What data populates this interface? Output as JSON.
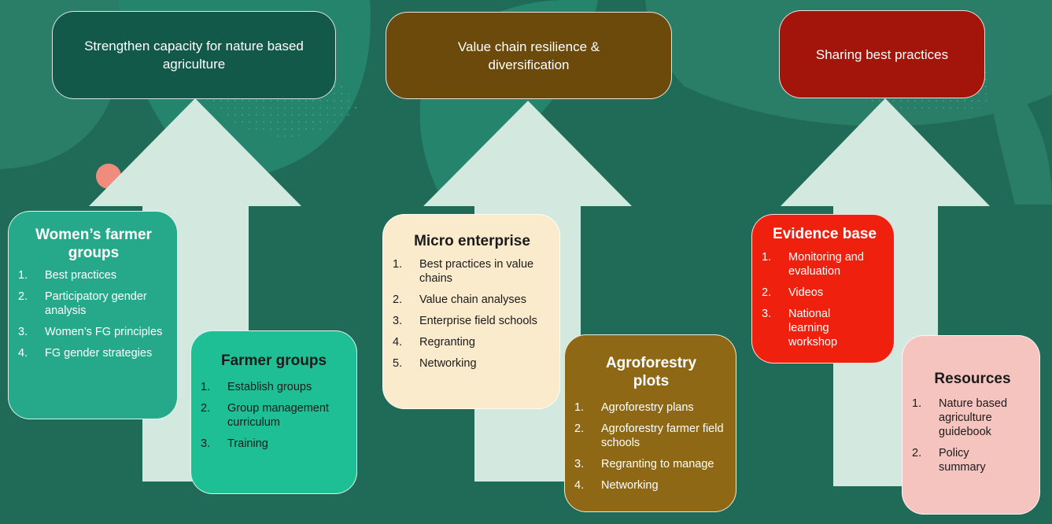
{
  "columns": [
    {
      "heading": "Strengthen capacity for nature based agriculture",
      "heading_color": "#13594a"
    },
    {
      "heading": "Value chain resilience & diversification",
      "heading_color": "#6b4a0c"
    },
    {
      "heading": "Sharing best practices",
      "heading_color": "#a3140b"
    }
  ],
  "cards": {
    "womens_groups": {
      "title": "Women’s farmer groups",
      "items": [
        "Best practices",
        "Participatory gender analysis",
        "Women’s FG principles",
        "FG gender strategies"
      ]
    },
    "farmer_groups": {
      "title": "Farmer groups",
      "items": [
        "Establish groups",
        "Group management curriculum",
        "Training"
      ]
    },
    "micro_enterprise": {
      "title": "Micro enterprise",
      "items": [
        "Best practices in value chains",
        "Value chain analyses",
        "Enterprise field schools",
        "Regranting",
        "Networking"
      ]
    },
    "agroforestry": {
      "title": "Agroforestry plots",
      "items": [
        "Agroforestry plans",
        "Agroforestry farmer field schools",
        "Regranting to manage",
        "Networking"
      ]
    },
    "evidence": {
      "title": "Evidence base",
      "items": [
        "Monitoring and evaluation",
        "Videos",
        "National learning workshop"
      ]
    },
    "resources": {
      "title": "Resources",
      "items": [
        "Nature based agriculture guidebook",
        "Policy summary"
      ]
    }
  },
  "numbers": [
    "1.",
    "2.",
    "3.",
    "4.",
    "5."
  ],
  "colors": {
    "background": "#1f6b57",
    "arrow": "#d3e9e0",
    "teal_card": "#26a98a",
    "green_card": "#1fbf96",
    "cream_card": "#fbebcd",
    "brown_card": "#8e6815",
    "red_card": "#f0200f",
    "pink_card": "#f6c4bf",
    "dark_text": "#1b1b1b"
  }
}
